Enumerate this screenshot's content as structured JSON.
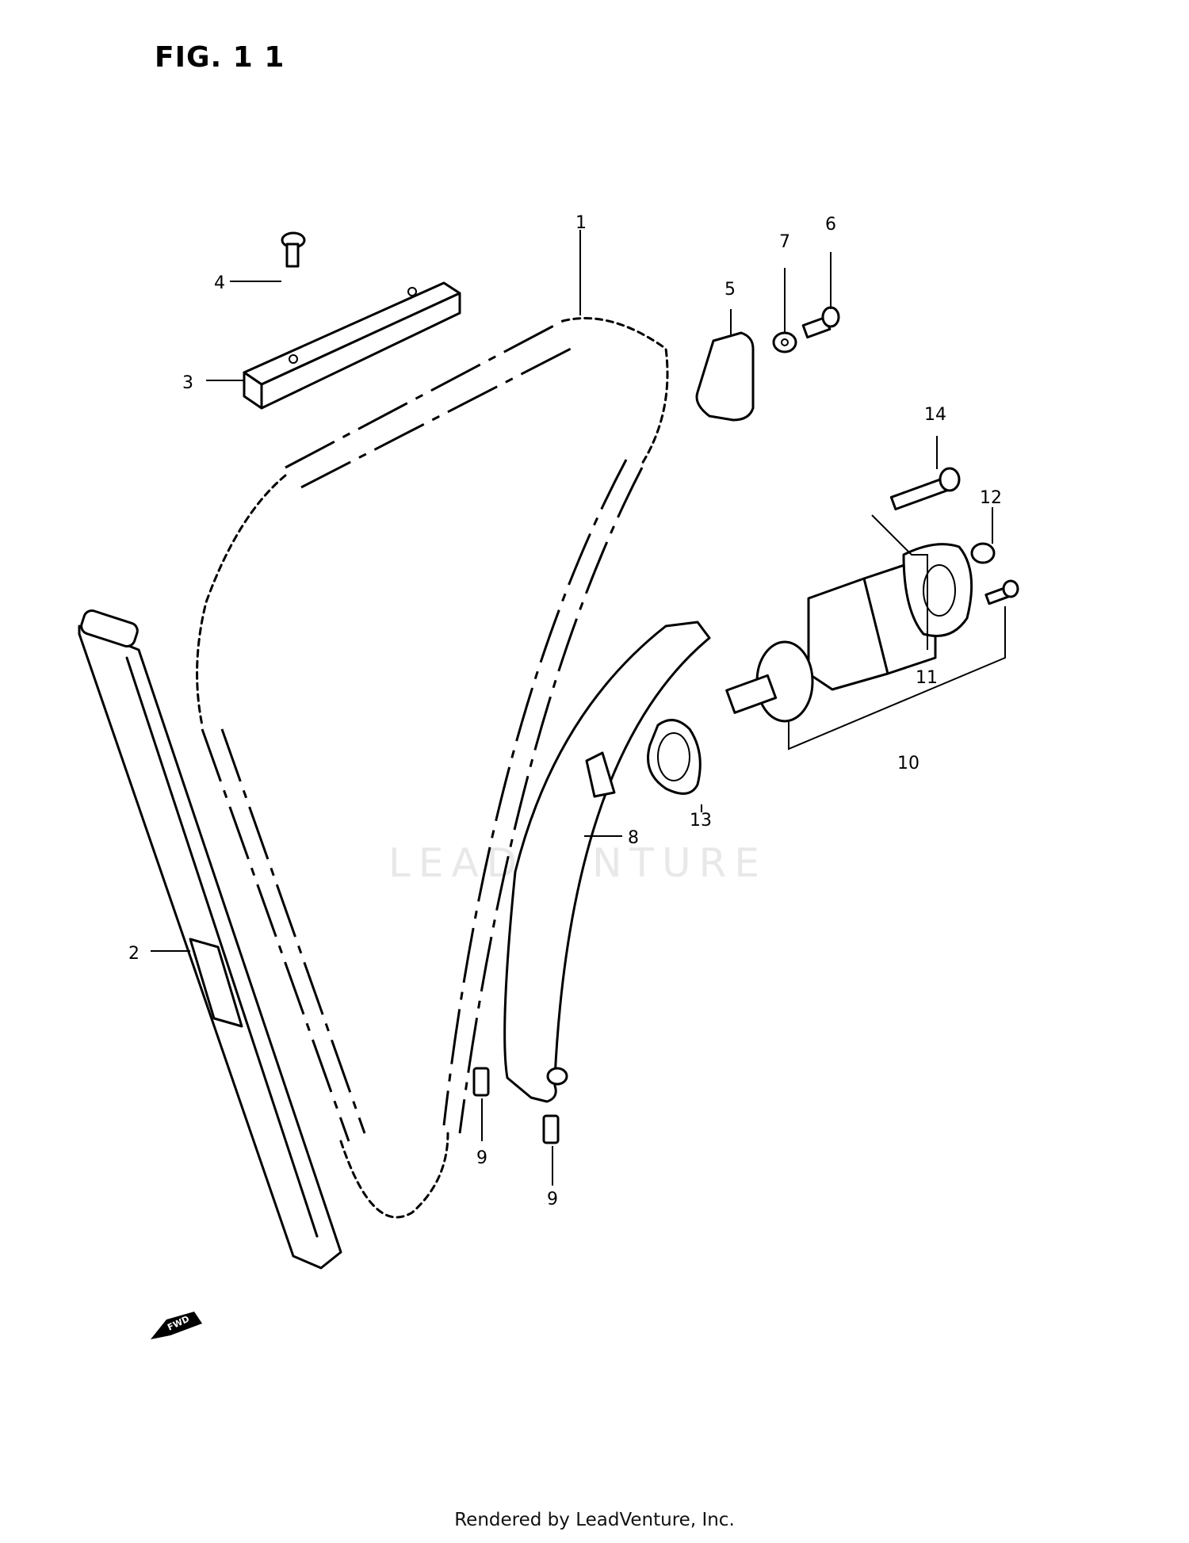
{
  "figure": {
    "title": "FIG. 1 1"
  },
  "watermark": "LEADVENTURE",
  "footer": "Rendered by LeadVenture, Inc.",
  "fwd_label": "FWD",
  "callouts": {
    "c1": "1",
    "c2": "2",
    "c3": "3",
    "c4": "4",
    "c5": "5",
    "c6": "6",
    "c7": "7",
    "c8": "8",
    "c9a": "9",
    "c9b": "9",
    "c10": "10",
    "c11": "11",
    "c12": "12",
    "c13": "13",
    "c14": "14"
  }
}
